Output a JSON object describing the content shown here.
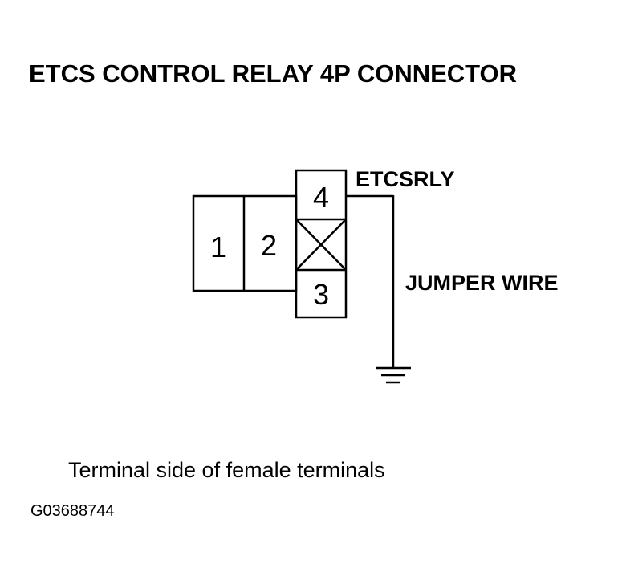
{
  "title": "ETCS CONTROL RELAY 4P CONNECTOR",
  "connector": {
    "pins": [
      {
        "number": "1",
        "state": "open"
      },
      {
        "number": "2",
        "state": "open"
      },
      {
        "number": "4",
        "state": "open"
      },
      {
        "number": "",
        "state": "unused"
      },
      {
        "number": "3",
        "state": "open"
      }
    ]
  },
  "labels": {
    "terminal_name": "ETCSRLY",
    "wire_label": "JUMPER WIRE"
  },
  "ground_symbol": "ground-icon",
  "caption": "Terminal side of female terminals",
  "figure_id": "G03688744"
}
